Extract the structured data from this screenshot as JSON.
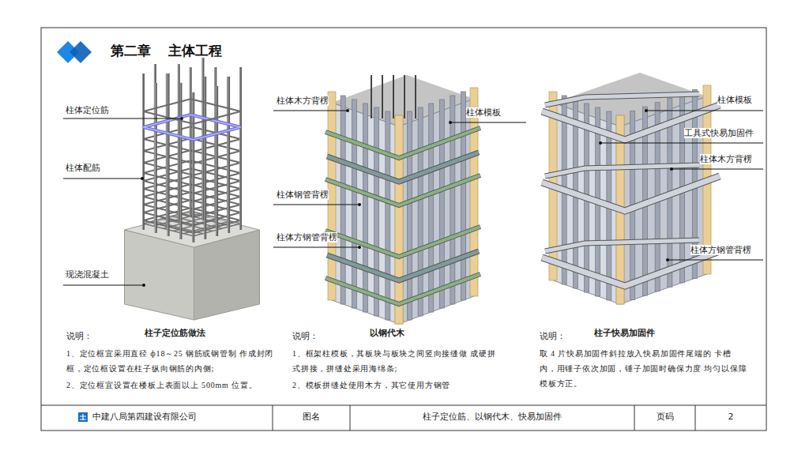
{
  "diagram": {
    "title": "第二章 主体工程",
    "labels": [
      "柱体定位筋",
      "柱体配筋",
      "现浇混凝土",
      "柱体木方背楞",
      "柱体模板",
      "柱体钢管背楞",
      "柱体方钢管背楞",
      "柱体模板",
      "工具式快易加固件",
      "柱体木方背楞",
      "柱体方钢管背楞",
      "说明：",
      "柱子定位筋做法",
      "1、定位框宜采用直径 ф18～25 钢筋或钢管制 作成封闭框，定位框设置在柱子纵向钢筋的内侧;",
      "2、定位框宜设置在楼板上表面以上 500mm 位置。",
      "说明：",
      "以钢代木",
      "1、框架柱模板，其板块与板块之间竖向接缝做 成硬拼式拼接，拼缝处采用海绵条;",
      "2、模板拼缝处使用木方，其它使用方钢管",
      "说明：",
      "柱子快易加固件",
      "取 4 片快易加固件斜拉放入快易加固件尾端的 卡槽内，用锤子依次加固，锤子加固时确保力度 均匀以保障模板方正。",
      "中建八局第四建设有限公司",
      "图名",
      "柱子定位筋、以钢代木、快易加固件",
      "页码",
      "2"
    ]
  }
}
